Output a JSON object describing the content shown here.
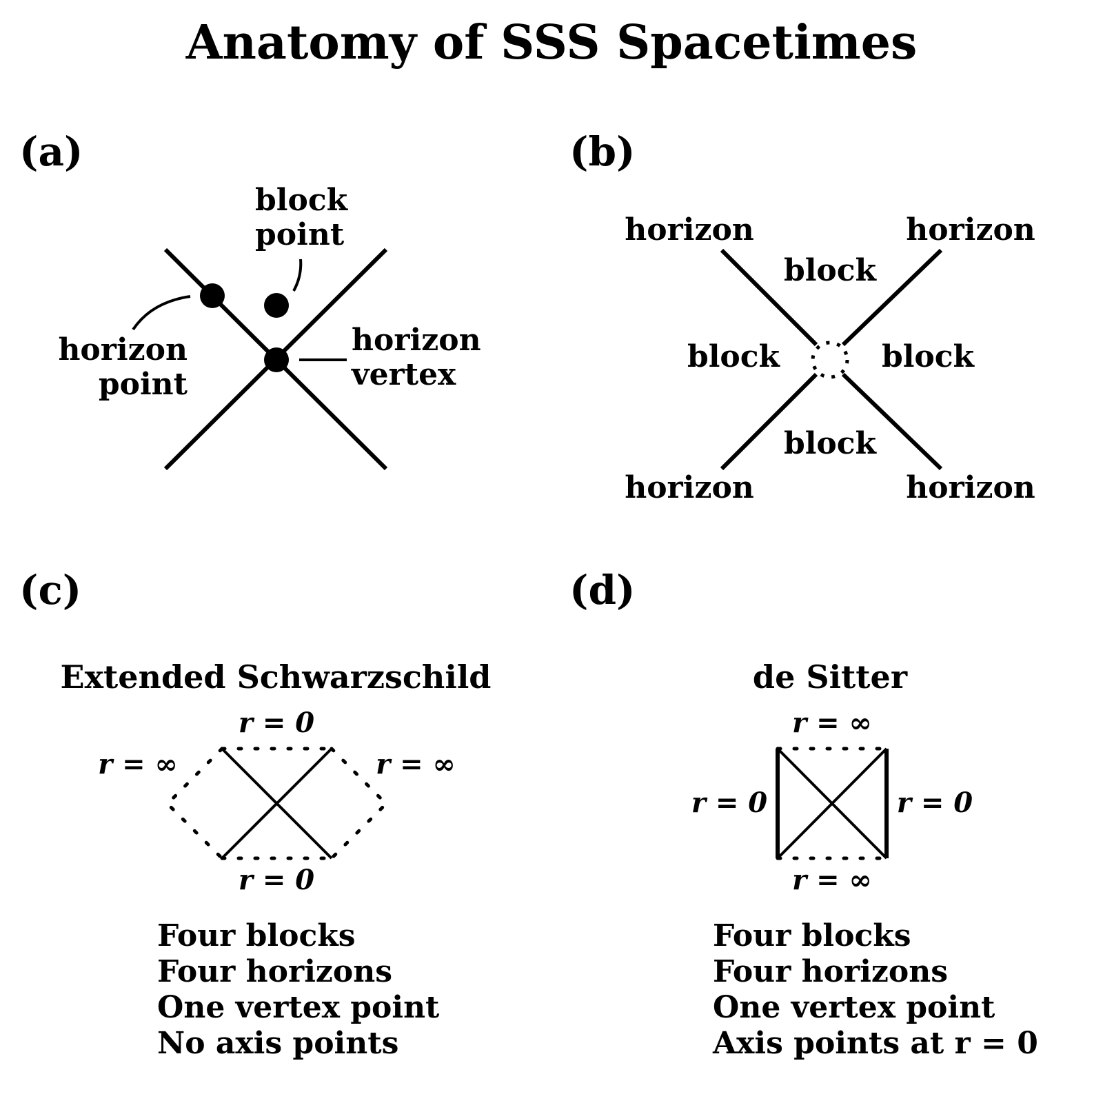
{
  "title": "Anatomy of SSS Spacetimes",
  "panels": {
    "a": {
      "label": "(a)",
      "block_point_line1": "block",
      "block_point_line2": "point",
      "horizon_point_line1": "horizon",
      "horizon_point_line2": "point",
      "horizon_vertex_line1": "horizon",
      "horizon_vertex_line2": "vertex"
    },
    "b": {
      "label": "(b)",
      "horizon_tl": "horizon",
      "horizon_tr": "horizon",
      "horizon_bl": "horizon",
      "horizon_br": "horizon",
      "block_top": "block",
      "block_left": "block",
      "block_right": "block",
      "block_bottom": "block"
    },
    "c": {
      "label": "(c)",
      "subtitle": "Extended Schwarzschild",
      "top": "r = 0",
      "bottom": "r = 0",
      "left": "r = ∞",
      "right": "r = ∞",
      "description": [
        "Four blocks",
        "Four horizons",
        "One vertex point",
        "No axis points"
      ]
    },
    "d": {
      "label": "(d)",
      "subtitle": "de Sitter",
      "top": "r = ∞",
      "bottom": "r = ∞",
      "left": "r = 0",
      "right": "r = 0",
      "description": [
        "Four blocks",
        "Four horizons",
        "One vertex point",
        "Axis points at r = 0"
      ]
    }
  }
}
